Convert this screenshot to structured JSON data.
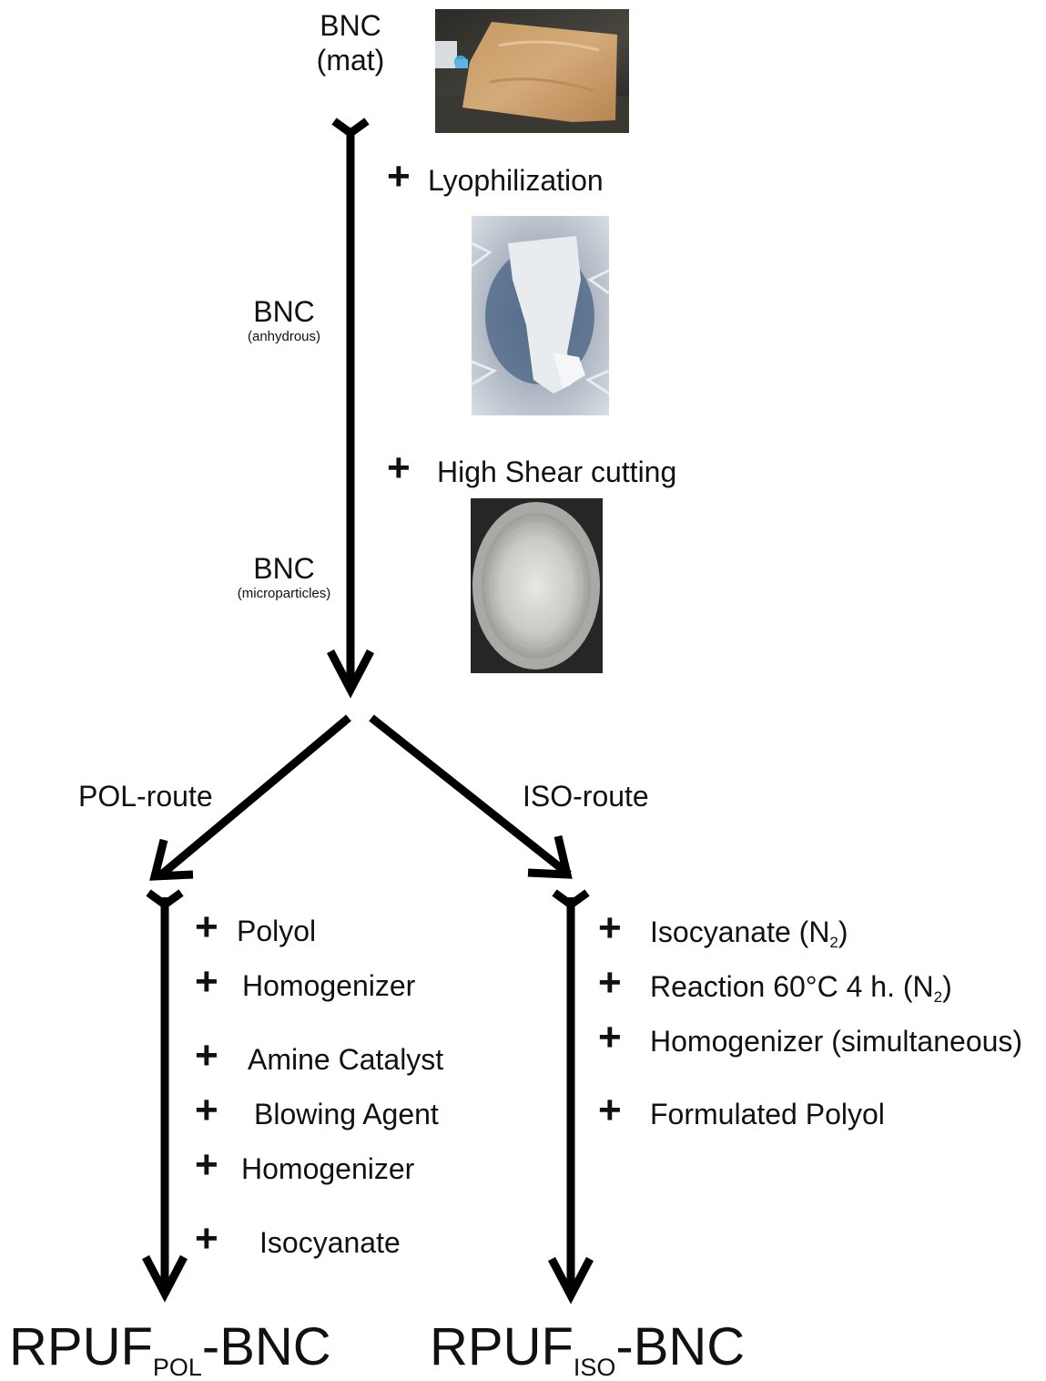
{
  "top": {
    "title": "BNC",
    "subtitle": "(mat)"
  },
  "steps": {
    "lyophilization": "Lyophilization",
    "high_shear": "High Shear cutting"
  },
  "intermediates": {
    "anhydrous": {
      "title": "BNC",
      "subtitle": "(anhydrous)"
    },
    "microparticles": {
      "title": "BNC",
      "subtitle": "(microparticles)"
    }
  },
  "routes": {
    "pol": "POL-route",
    "iso": "ISO-route"
  },
  "pol_steps": [
    "Polyol",
    "Homogenizer",
    "Amine Catalyst",
    "Blowing Agent",
    "Homogenizer",
    "Isocyanate"
  ],
  "iso_steps": {
    "isocyanate": {
      "text": "Isocyanate (N",
      "sub": "2",
      "close": ")"
    },
    "reaction": {
      "text": "Reaction 60°C 4 h. (N",
      "sub": "2",
      "close": ")"
    },
    "homogenizer": "Homogenizer (simultaneous)",
    "formulated_polyol": "Formulated Polyol"
  },
  "products": {
    "pol": {
      "main": "RPUF",
      "sub": "POL",
      "suffix": "-BNC"
    },
    "iso": {
      "main": "RPUF",
      "sub": "ISO",
      "suffix": "-BNC"
    }
  },
  "plus_symbol": "+"
}
